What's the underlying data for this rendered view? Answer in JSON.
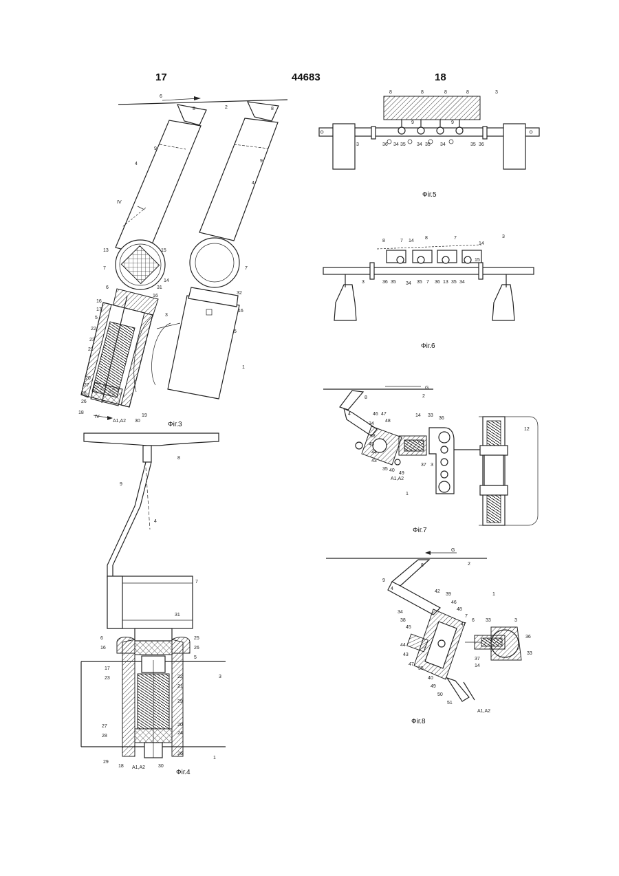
{
  "header": {
    "left_page": "17",
    "patent_number": "44683",
    "right_page": "18"
  },
  "figures": {
    "fig3": {
      "caption": "Фіг.3"
    },
    "fig4": {
      "caption": "Фіг.4"
    },
    "fig5": {
      "caption": "Фіг.5"
    },
    "fig6": {
      "caption": "Фіг.6"
    },
    "fig7": {
      "caption": "Фіг.7"
    },
    "fig8": {
      "caption": "Фіг.8"
    }
  },
  "labels": {
    "fig3": [
      "6",
      "2",
      "8",
      "8",
      "9",
      "4",
      "9",
      "4",
      "IV",
      "13",
      "15",
      "7",
      "7",
      "14",
      "6",
      "31",
      "16",
      "16",
      "32",
      "17",
      "3",
      "5",
      "22",
      "23",
      "21",
      "16",
      "5",
      "20",
      "27",
      "28",
      "26",
      "18",
      "IV",
      "19",
      "1",
      "A1,A2",
      "30"
    ],
    "fig4": [
      "8",
      "9",
      "4",
      "7",
      "31",
      "6",
      "25",
      "16",
      "26",
      "5",
      "17",
      "23",
      "22",
      "3",
      "21",
      "29",
      "27",
      "20",
      "28",
      "24",
      "29",
      "18",
      "A1,A2",
      "30",
      "26",
      "1"
    ],
    "fig5": [
      "8",
      "8",
      "8",
      "8",
      "3",
      "9",
      "9",
      "3",
      "36",
      "34",
      "35",
      "34",
      "35",
      "34",
      "35",
      "36"
    ],
    "fig6": [
      "8",
      "7",
      "14",
      "8",
      "7",
      "14",
      "3",
      "3",
      "36",
      "35",
      "34",
      "35",
      "7",
      "36",
      "13",
      "35",
      "34",
      "15"
    ],
    "fig7": [
      "G",
      "2",
      "8",
      "4",
      "46",
      "47",
      "48",
      "34",
      "38",
      "45",
      "44",
      "43",
      "35",
      "40",
      "49",
      "A1,A2",
      "14",
      "33",
      "36",
      "37",
      "3",
      "1",
      "12"
    ],
    "fig8": [
      "G",
      "2",
      "8",
      "9",
      "4",
      "42",
      "39",
      "46",
      "48",
      "1",
      "34",
      "38",
      "45",
      "44",
      "43",
      "47",
      "35",
      "40",
      "49",
      "50",
      "51",
      "6",
      "7",
      "47",
      "37",
      "14",
      "33",
      "3",
      "36",
      "33",
      "A1,A2"
    ]
  }
}
